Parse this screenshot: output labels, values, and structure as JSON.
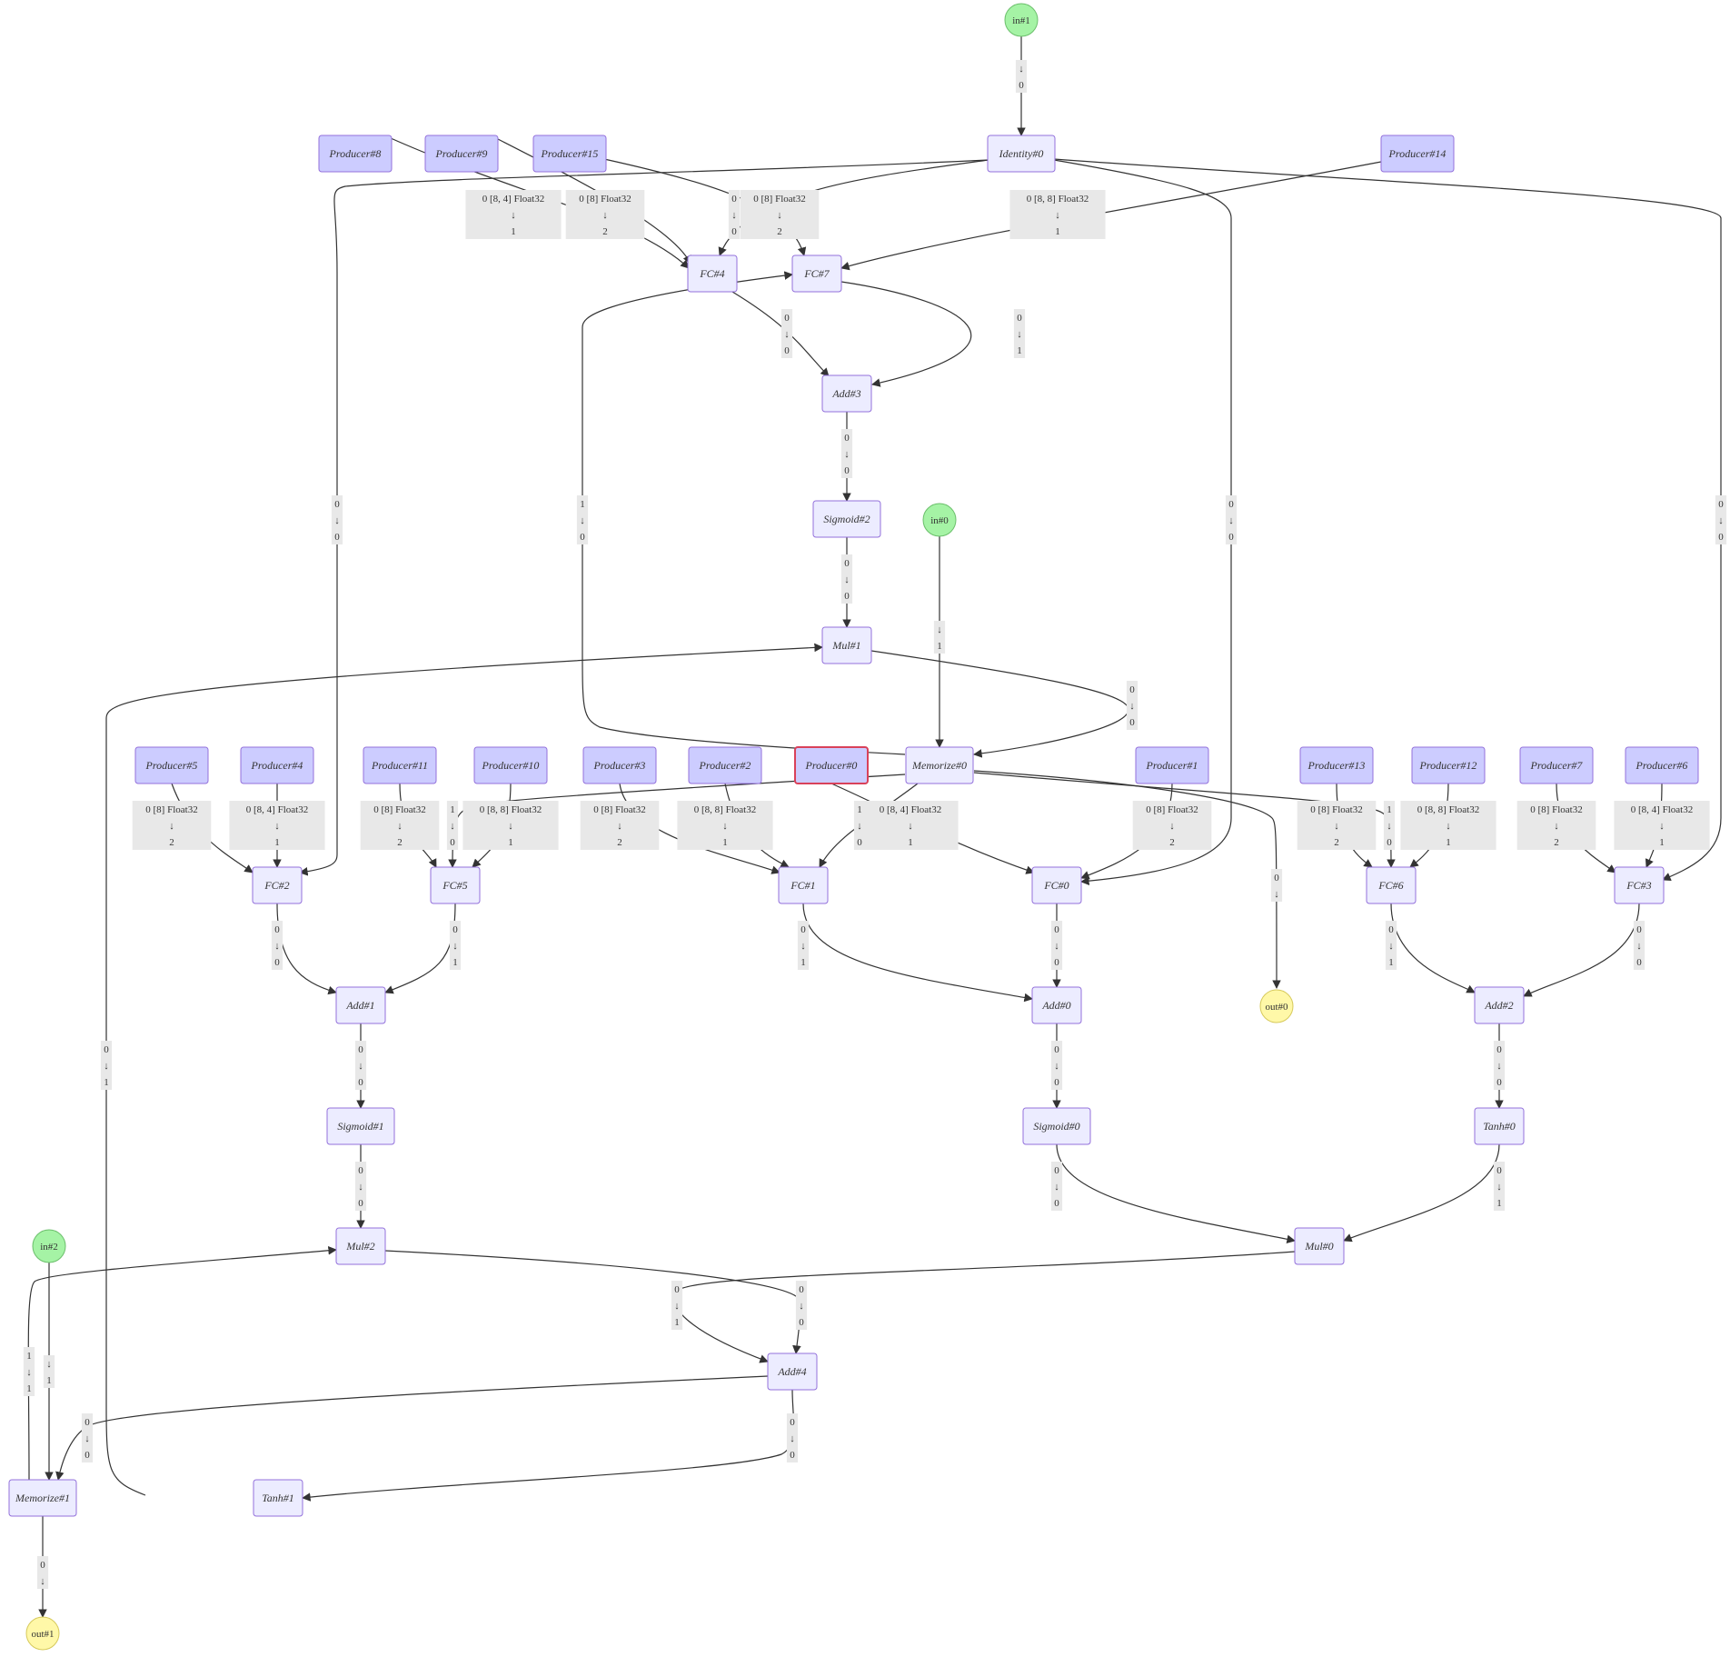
{
  "graph": {
    "nodes": [
      {
        "id": "in1",
        "label": "in#1",
        "kind": "input"
      },
      {
        "id": "identity0",
        "label": "Identity#0",
        "kind": "op"
      },
      {
        "id": "p8",
        "label": "Producer#8",
        "kind": "producer"
      },
      {
        "id": "p9",
        "label": "Producer#9",
        "kind": "producer"
      },
      {
        "id": "p15",
        "label": "Producer#15",
        "kind": "producer"
      },
      {
        "id": "p14",
        "label": "Producer#14",
        "kind": "producer"
      },
      {
        "id": "fc4",
        "label": "FC#4",
        "kind": "op"
      },
      {
        "id": "fc7",
        "label": "FC#7",
        "kind": "op"
      },
      {
        "id": "add3",
        "label": "Add#3",
        "kind": "op"
      },
      {
        "id": "sig2",
        "label": "Sigmoid#2",
        "kind": "op"
      },
      {
        "id": "in0",
        "label": "in#0",
        "kind": "input"
      },
      {
        "id": "mul1",
        "label": "Mul#1",
        "kind": "op"
      },
      {
        "id": "p5",
        "label": "Producer#5",
        "kind": "producer"
      },
      {
        "id": "p4",
        "label": "Producer#4",
        "kind": "producer"
      },
      {
        "id": "p11",
        "label": "Producer#11",
        "kind": "producer"
      },
      {
        "id": "p10",
        "label": "Producer#10",
        "kind": "producer"
      },
      {
        "id": "p3",
        "label": "Producer#3",
        "kind": "producer"
      },
      {
        "id": "p2",
        "label": "Producer#2",
        "kind": "producer"
      },
      {
        "id": "p0",
        "label": "Producer#0",
        "kind": "producer-selected"
      },
      {
        "id": "mem0",
        "label": "Memorize#0",
        "kind": "op"
      },
      {
        "id": "p1",
        "label": "Producer#1",
        "kind": "producer"
      },
      {
        "id": "p13",
        "label": "Producer#13",
        "kind": "producer"
      },
      {
        "id": "p12",
        "label": "Producer#12",
        "kind": "producer"
      },
      {
        "id": "p7",
        "label": "Producer#7",
        "kind": "producer"
      },
      {
        "id": "p6",
        "label": "Producer#6",
        "kind": "producer"
      },
      {
        "id": "fc2",
        "label": "FC#2",
        "kind": "op"
      },
      {
        "id": "fc5",
        "label": "FC#5",
        "kind": "op"
      },
      {
        "id": "fc1",
        "label": "FC#1",
        "kind": "op"
      },
      {
        "id": "fc0",
        "label": "FC#0",
        "kind": "op"
      },
      {
        "id": "fc6",
        "label": "FC#6",
        "kind": "op"
      },
      {
        "id": "fc3",
        "label": "FC#3",
        "kind": "op"
      },
      {
        "id": "add1",
        "label": "Add#1",
        "kind": "op"
      },
      {
        "id": "add0",
        "label": "Add#0",
        "kind": "op"
      },
      {
        "id": "out0",
        "label": "out#0",
        "kind": "output"
      },
      {
        "id": "add2",
        "label": "Add#2",
        "kind": "op"
      },
      {
        "id": "sig1",
        "label": "Sigmoid#1",
        "kind": "op"
      },
      {
        "id": "sig0",
        "label": "Sigmoid#0",
        "kind": "op"
      },
      {
        "id": "tanh0",
        "label": "Tanh#0",
        "kind": "op"
      },
      {
        "id": "in2",
        "label": "in#2",
        "kind": "input"
      },
      {
        "id": "mul2",
        "label": "Mul#2",
        "kind": "op"
      },
      {
        "id": "mul0",
        "label": "Mul#0",
        "kind": "op"
      },
      {
        "id": "add4",
        "label": "Add#4",
        "kind": "op"
      },
      {
        "id": "mem1",
        "label": "Memorize#1",
        "kind": "op"
      },
      {
        "id": "tanh1",
        "label": "Tanh#1",
        "kind": "op"
      },
      {
        "id": "out1",
        "label": "out#1",
        "kind": "output"
      }
    ],
    "edge_labels": [
      {
        "id": "e_in1_id0",
        "top": "↓",
        "mid": "0",
        "bot": ""
      },
      {
        "id": "e_p8_fc4",
        "top": "0 [8, 4] Float32",
        "mid": "↓",
        "bot": "1"
      },
      {
        "id": "e_p9_fc4",
        "top": "0 [8] Float32",
        "mid": "↓",
        "bot": "2"
      },
      {
        "id": "e_id0_fc4",
        "top": "0",
        "mid": "↓",
        "bot": "0"
      },
      {
        "id": "e_p15_fc7",
        "top": "0 [8] Float32",
        "mid": "↓",
        "bot": "2"
      },
      {
        "id": "e_p14_fc7",
        "top": "0 [8, 8] Float32",
        "mid": "↓",
        "bot": "1"
      },
      {
        "id": "e_fc4_add3",
        "top": "0",
        "mid": "↓",
        "bot": "0"
      },
      {
        "id": "e_fc7_add3",
        "top": "0",
        "mid": "↓",
        "bot": "1"
      },
      {
        "id": "e_add3_sig2",
        "top": "0",
        "mid": "↓",
        "bot": "0"
      },
      {
        "id": "e_sig2_mul1",
        "top": "0",
        "mid": "↓",
        "bot": "0"
      },
      {
        "id": "e_id0_fc2",
        "top": "0",
        "mid": "↓",
        "bot": "0"
      },
      {
        "id": "e_mem0_fc7",
        "top": "1",
        "mid": "↓",
        "bot": "0"
      },
      {
        "id": "e_id0_fc0",
        "top": "0",
        "mid": "↓",
        "bot": "0"
      },
      {
        "id": "e_id0_fc3",
        "top": "0",
        "mid": "↓",
        "bot": "0"
      },
      {
        "id": "e_in0_mem0",
        "top": "↓",
        "mid": "1",
        "bot": ""
      },
      {
        "id": "e_mul1_mem0",
        "top": "0",
        "mid": "↓",
        "bot": "0"
      },
      {
        "id": "e_p5_fc2",
        "top": "0 [8] Float32",
        "mid": "↓",
        "bot": "2"
      },
      {
        "id": "e_p4_fc2",
        "top": "0 [8, 4] Float32",
        "mid": "↓",
        "bot": "1"
      },
      {
        "id": "e_p11_fc5",
        "top": "0 [8] Float32",
        "mid": "↓",
        "bot": "2"
      },
      {
        "id": "e_mem0_fc5",
        "top": "1",
        "mid": "↓",
        "bot": "0"
      },
      {
        "id": "e_p10_fc5",
        "top": "0 [8, 8] Float32",
        "mid": "↓",
        "bot": "1"
      },
      {
        "id": "e_p3_fc1",
        "top": "0 [8] Float32",
        "mid": "↓",
        "bot": "2"
      },
      {
        "id": "e_p2_fc1",
        "top": "0 [8, 8] Float32",
        "mid": "↓",
        "bot": "1"
      },
      {
        "id": "e_mem0_fc1",
        "top": "1",
        "mid": "↓",
        "bot": "0"
      },
      {
        "id": "e_p0_fc0",
        "top": "0 [8, 4] Float32",
        "mid": "↓",
        "bot": "1"
      },
      {
        "id": "e_p1_fc0",
        "top": "0 [8] Float32",
        "mid": "↓",
        "bot": "2"
      },
      {
        "id": "e_mem0_out0",
        "top": "0",
        "mid": "↓",
        "bot": ""
      },
      {
        "id": "e_p13_fc6",
        "top": "0 [8] Float32",
        "mid": "↓",
        "bot": "2"
      },
      {
        "id": "e_mem0_fc6",
        "top": "1",
        "mid": "↓",
        "bot": "0"
      },
      {
        "id": "e_p12_fc6",
        "top": "0 [8, 8] Float32",
        "mid": "↓",
        "bot": "1"
      },
      {
        "id": "e_p7_fc3",
        "top": "0 [8] Float32",
        "mid": "↓",
        "bot": "2"
      },
      {
        "id": "e_p6_fc3",
        "top": "0 [8, 4] Float32",
        "mid": "↓",
        "bot": "1"
      },
      {
        "id": "e_fc2_add1",
        "top": "0",
        "mid": "↓",
        "bot": "0"
      },
      {
        "id": "e_fc5_add1",
        "top": "0",
        "mid": "↓",
        "bot": "1"
      },
      {
        "id": "e_fc1_add0",
        "top": "0",
        "mid": "↓",
        "bot": "1"
      },
      {
        "id": "e_fc0_add0",
        "top": "0",
        "mid": "↓",
        "bot": "0"
      },
      {
        "id": "e_fc6_add2",
        "top": "0",
        "mid": "↓",
        "bot": "1"
      },
      {
        "id": "e_fc3_add2",
        "top": "0",
        "mid": "↓",
        "bot": "0"
      },
      {
        "id": "e_add1_sig1",
        "top": "0",
        "mid": "↓",
        "bot": "0"
      },
      {
        "id": "e_add0_sig0",
        "top": "0",
        "mid": "↓",
        "bot": "0"
      },
      {
        "id": "e_add2_tanh0",
        "top": "0",
        "mid": "↓",
        "bot": "0"
      },
      {
        "id": "e_sig1_mul2",
        "top": "0",
        "mid": "↓",
        "bot": "0"
      },
      {
        "id": "e_sig0_mul0",
        "top": "0",
        "mid": "↓",
        "bot": "0"
      },
      {
        "id": "e_tanh0_mul0",
        "top": "0",
        "mid": "↓",
        "bot": "1"
      },
      {
        "id": "e_mem1_mul1",
        "top": "0",
        "mid": "↓",
        "bot": "1"
      },
      {
        "id": "e_mem1_mul2",
        "top": "1",
        "mid": "↓",
        "bot": "1"
      },
      {
        "id": "e_in2_mem1",
        "top": "↓",
        "mid": "1",
        "bot": ""
      },
      {
        "id": "e_mul0_add4",
        "top": "0",
        "mid": "↓",
        "bot": "1"
      },
      {
        "id": "e_mul2_add4",
        "top": "0",
        "mid": "↓",
        "bot": "0"
      },
      {
        "id": "e_add4_mem1",
        "top": "0",
        "mid": "↓",
        "bot": "0"
      },
      {
        "id": "e_add4_tanh1",
        "top": "0",
        "mid": "↓",
        "bot": "0"
      },
      {
        "id": "e_mem1_out1",
        "top": "0",
        "mid": "↓",
        "bot": ""
      }
    ]
  }
}
